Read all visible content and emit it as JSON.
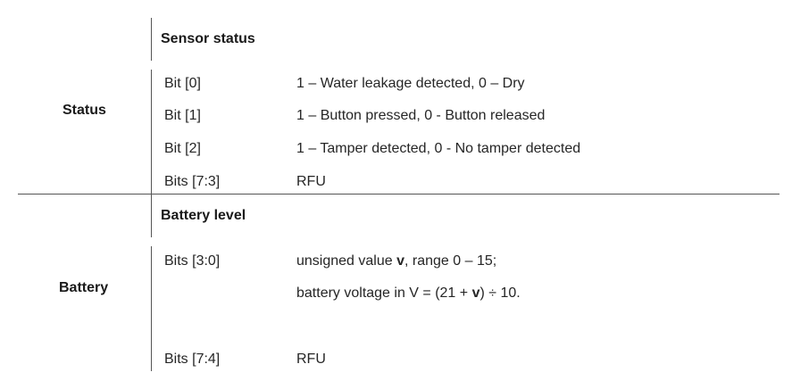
{
  "status": {
    "label": "Status",
    "heading": "Sensor status",
    "rows": [
      {
        "bits": "Bit [0]",
        "desc": "1 – Water leakage detected, 0 – Dry"
      },
      {
        "bits": "Bit [1]",
        "desc": "1 – Button pressed, 0 - Button released"
      },
      {
        "bits": "Bit [2]",
        "desc": "1 – Tamper detected, 0 - No tamper detected"
      },
      {
        "bits": "Bits [7:3]",
        "desc": "RFU"
      }
    ]
  },
  "battery": {
    "label": "Battery",
    "heading": "Battery level",
    "rows": [
      {
        "bits": "Bits [3:0]",
        "desc_line1_pre": "unsigned value ",
        "desc_line1_var": "v",
        "desc_line1_post": ", range 0 – 15;",
        "desc_line2_pre": "battery voltage in V = (21 + ",
        "desc_line2_var": "v",
        "desc_line2_post": ") ÷ 10."
      },
      {
        "bits": "Bits [7:4]",
        "desc": "RFU"
      }
    ]
  }
}
